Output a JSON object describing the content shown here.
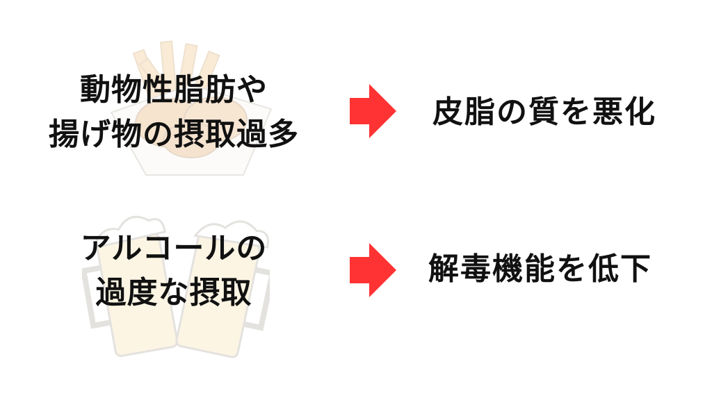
{
  "colors": {
    "background": "#ffffff",
    "text": "#111111",
    "arrow": "#ff3333"
  },
  "rows": [
    {
      "cause_lines": [
        "動物性脂肪や",
        "揚げ物の摂取過多"
      ],
      "background_image": "fried-food-basket-illustration",
      "arrow_icon": "right-arrow-icon",
      "effect": "皮脂の質を悪化"
    },
    {
      "cause_lines": [
        "アルコールの",
        "過度な摂取"
      ],
      "background_image": "beer-mugs-cheers-illustration",
      "arrow_icon": "right-arrow-icon",
      "effect": "解毒機能を低下"
    }
  ]
}
